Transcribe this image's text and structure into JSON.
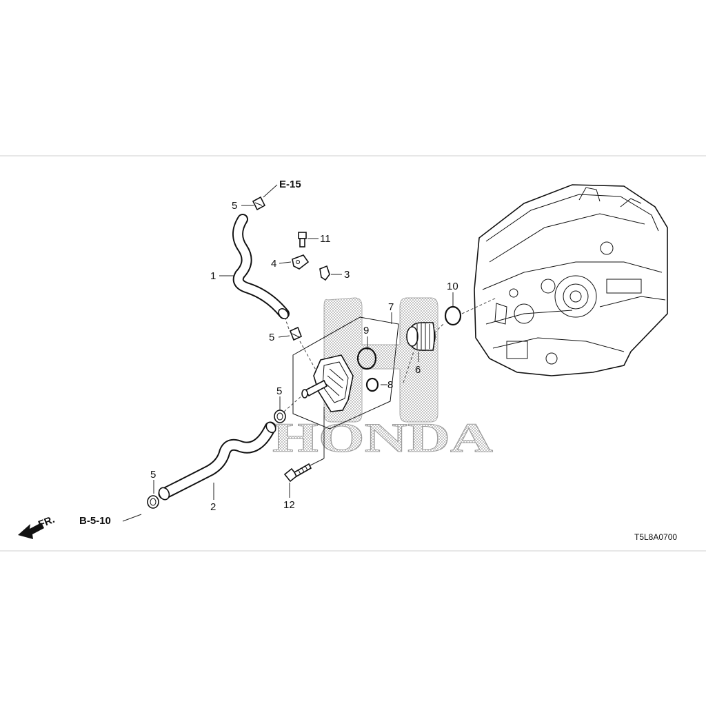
{
  "watermark": {
    "brand": "HONDA"
  },
  "diagram_code": "T5L8A0700",
  "references": {
    "top": "E-15",
    "bottom": "B-5-10",
    "front_arrow": "FR."
  },
  "callouts": [
    {
      "id": "1",
      "label": "1"
    },
    {
      "id": "2",
      "label": "2"
    },
    {
      "id": "3",
      "label": "3"
    },
    {
      "id": "4",
      "label": "4"
    },
    {
      "id": "5a",
      "label": "5"
    },
    {
      "id": "5b",
      "label": "5"
    },
    {
      "id": "5c",
      "label": "5"
    },
    {
      "id": "5d",
      "label": "5"
    },
    {
      "id": "6",
      "label": "6"
    },
    {
      "id": "7",
      "label": "7"
    },
    {
      "id": "8",
      "label": "8"
    },
    {
      "id": "9",
      "label": "9"
    },
    {
      "id": "10",
      "label": "10"
    },
    {
      "id": "11",
      "label": "11"
    },
    {
      "id": "12",
      "label": "12"
    }
  ]
}
